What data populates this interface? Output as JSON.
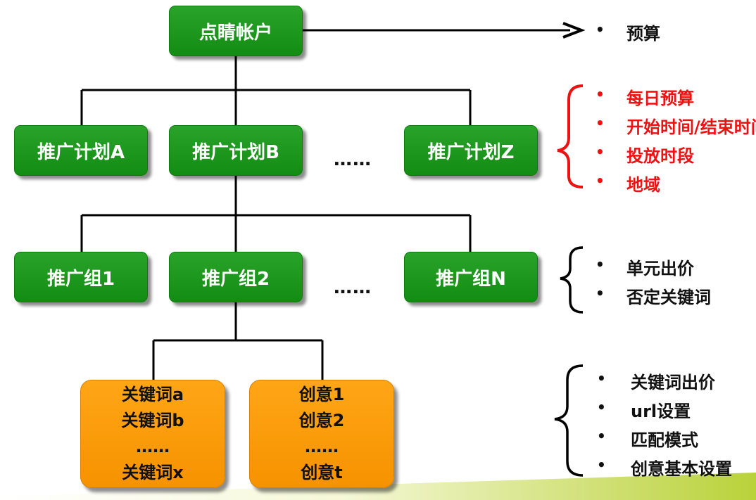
{
  "account": {
    "label": "点睛帐户"
  },
  "account_settings": [
    {
      "text": "预算"
    }
  ],
  "plans": [
    {
      "label": "推广计划A"
    },
    {
      "label": "推广计划B"
    },
    {
      "label": "推广计划Z"
    }
  ],
  "plan_ellipsis": "……",
  "plan_settings": [
    {
      "text": "每日预算"
    },
    {
      "text": "开始时间/结束时间"
    },
    {
      "text": "投放时段"
    },
    {
      "text": "地域"
    }
  ],
  "groups": [
    {
      "label": "推广组1"
    },
    {
      "label": "推广组2"
    },
    {
      "label": "推广组N"
    }
  ],
  "group_ellipsis": "……",
  "group_settings": [
    {
      "text": "单元出价"
    },
    {
      "text": "否定关键词"
    }
  ],
  "keywords": {
    "lines": [
      "关键词a",
      "关键词b",
      "……",
      "关键词x"
    ]
  },
  "creatives": {
    "lines": [
      "创意1",
      "创意2",
      "……",
      "创意t"
    ]
  },
  "leaf_settings": [
    {
      "text": "关键词出价"
    },
    {
      "text": "url设置"
    },
    {
      "text": "匹配模式"
    },
    {
      "text": "创意基本设置"
    }
  ],
  "bullet_char": "•",
  "colors": {
    "box_green": "#1a961a",
    "box_orange": "#f89b0c",
    "highlight_red": "#ee1111",
    "brace_red": "#ee1111",
    "line": "#000000"
  }
}
